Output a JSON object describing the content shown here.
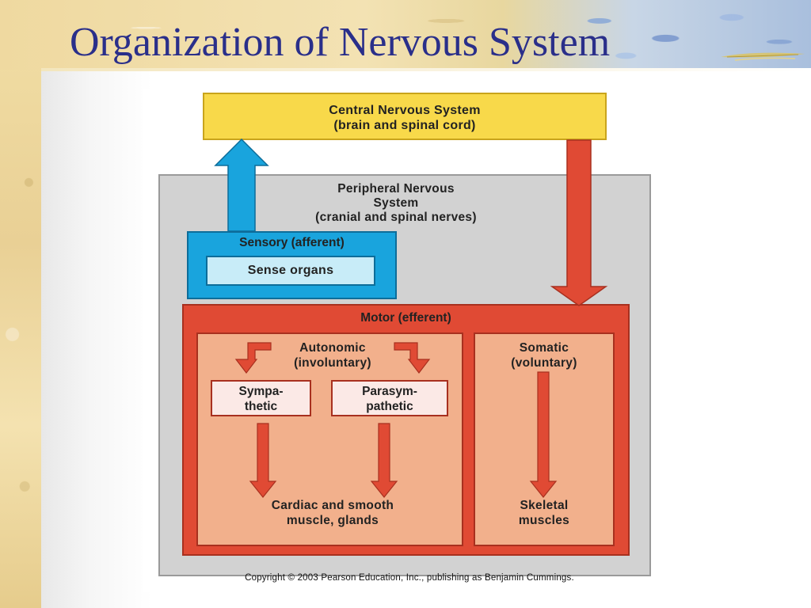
{
  "slide": {
    "title": "Organization of Nervous System"
  },
  "diagram": {
    "cns": {
      "title": "Central Nervous System",
      "subtitle": "(brain and spinal cord)"
    },
    "pns": {
      "line1": "Peripheral Nervous",
      "line2": "System",
      "line3": "(cranial and spinal nerves)"
    },
    "sensory": {
      "label": "Sensory (afferent)",
      "sense_organs": "Sense organs"
    },
    "motor": {
      "label": "Motor (efferent)"
    },
    "autonomic": {
      "line1": "Autonomic",
      "line2": "(involuntary)"
    },
    "somatic": {
      "line1": "Somatic",
      "line2": "(voluntary)"
    },
    "sympathetic": {
      "line1": "Sympa-",
      "line2": "thetic"
    },
    "parasympathetic": {
      "line1": "Parasym-",
      "line2": "pathetic"
    },
    "cardiac": {
      "line1": "Cardiac and smooth",
      "line2": "muscle, glands"
    },
    "skeletal": {
      "line1": "Skeletal",
      "line2": "muscles"
    },
    "copyright": "Copyright © 2003 Pearson Education, Inc., publishing as Benjamin Cummings."
  },
  "colors": {
    "cns_fill": "#f8d94a",
    "sensory_fill": "#19a4dd",
    "motor_fill": "#e04a34",
    "panel_fill": "#f2b08c",
    "pns_fill": "#d2d2d2",
    "title_color": "#2a2f8a"
  }
}
